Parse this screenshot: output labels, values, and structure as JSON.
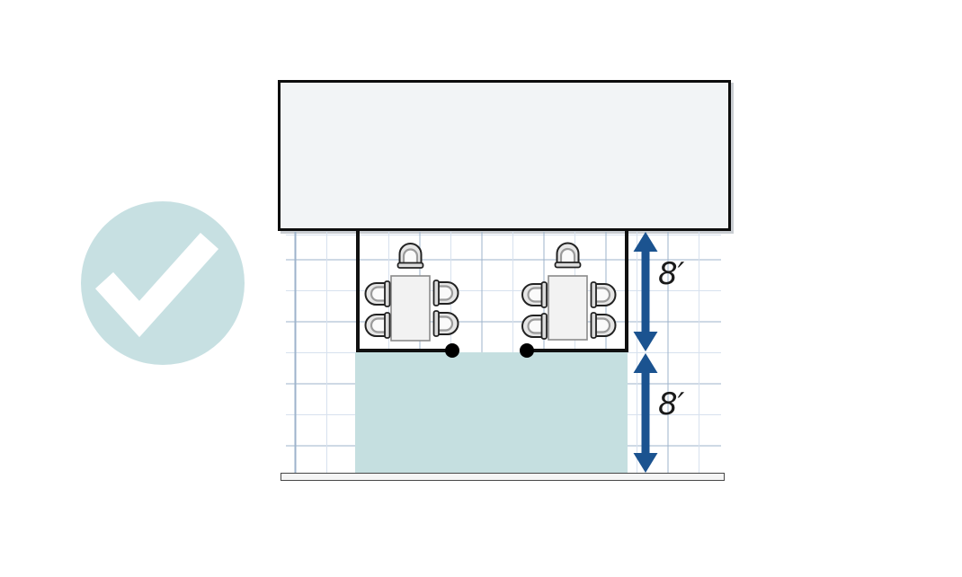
{
  "scene": {
    "dimension_labels": {
      "upper": "8′",
      "lower": "8′"
    }
  },
  "icons": {
    "approval_badge": "checkmark-circle",
    "dimension_upper": "double-headed-vertical-arrow",
    "dimension_lower": "double-headed-vertical-arrow"
  },
  "colors": {
    "canvas_bg": "#ffffff",
    "badge_teal": "#c7e0e2",
    "check_white": "#ffffff",
    "building_fill": "#f2f4f6",
    "building_border": "#0d0d0d",
    "building_shadow": "#c9cdd2",
    "grid_line_dark": "#9db3cb",
    "grid_line_light": "#d7e1ee",
    "clear_path_teal": "#c5dfe0",
    "wall_black": "#111111",
    "accent_blue": "#1b5390",
    "label_black": "#1a1a1a",
    "table_fill": "#f2f2f2",
    "table_border": "#8a8a8a",
    "chair_outline": "#222222",
    "chair_fill": "#e6e6e6",
    "chair_inner_fill": "#fafafa",
    "chair_inner_stroke": "#9a9a9a",
    "chair_base_fill": "#dcdcdc",
    "curb_fill": "#f5f5f5",
    "curb_border": "#474747"
  }
}
